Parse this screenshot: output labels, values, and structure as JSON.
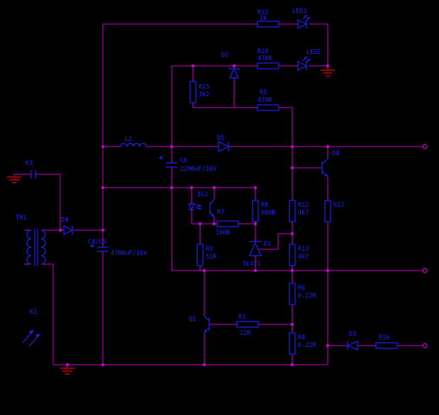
{
  "schematic": {
    "type": "switching/linear power supply schematic",
    "colors": {
      "background": "#000000",
      "wire": "#CC00CC",
      "junction": "#CC00CC",
      "component": "#2020FF",
      "label": "#2020FF",
      "ground": "#CC0000"
    },
    "components": {
      "r11": {
        "ref": "R11",
        "value": "1k"
      },
      "led1": {
        "ref": "LED1"
      },
      "r10": {
        "ref": "R10",
        "value": "470R"
      },
      "led2": {
        "ref": "LED2"
      },
      "d2": {
        "ref": "D2"
      },
      "r15": {
        "ref": "R15",
        "value": "3k2"
      },
      "r5": {
        "ref": "R5",
        "value": "470R"
      },
      "l2": {
        "ref": "L2"
      },
      "d5": {
        "ref": "D5"
      },
      "c6": {
        "ref": "C6",
        "value": "2200uF/16V"
      },
      "k3": {
        "ref": "K3"
      },
      "tr1": {
        "ref": "TR1"
      },
      "d4": {
        "ref": "D4"
      },
      "c4c5": {
        "ref": "C4/C5",
        "value": "4700uF/16V"
      },
      "ic2": {
        "ref": "IC2"
      },
      "r7": {
        "ref": "R7",
        "value": "100R"
      },
      "r8": {
        "ref": "R8",
        "value": "680R"
      },
      "r9": {
        "ref": "R9",
        "value": "51R"
      },
      "r12": {
        "ref": "R12",
        "value": "4k7"
      },
      "r13": {
        "ref": "R13",
        "value": "4k7"
      },
      "r17": {
        "ref": "R17"
      },
      "q4": {
        "ref": "Q4"
      },
      "d1": {
        "ref": "D1",
        "value": "TL431"
      },
      "r6": {
        "ref": "R6",
        "value": "0.22R"
      },
      "r4": {
        "ref": "R4",
        "value": "0.22R"
      },
      "r3": {
        "ref": "R3",
        "value": "22R"
      },
      "q1": {
        "ref": "Q1"
      },
      "d3": {
        "ref": "D3"
      },
      "r16": {
        "ref": "R16"
      },
      "k1": {
        "ref": "K1"
      }
    }
  }
}
